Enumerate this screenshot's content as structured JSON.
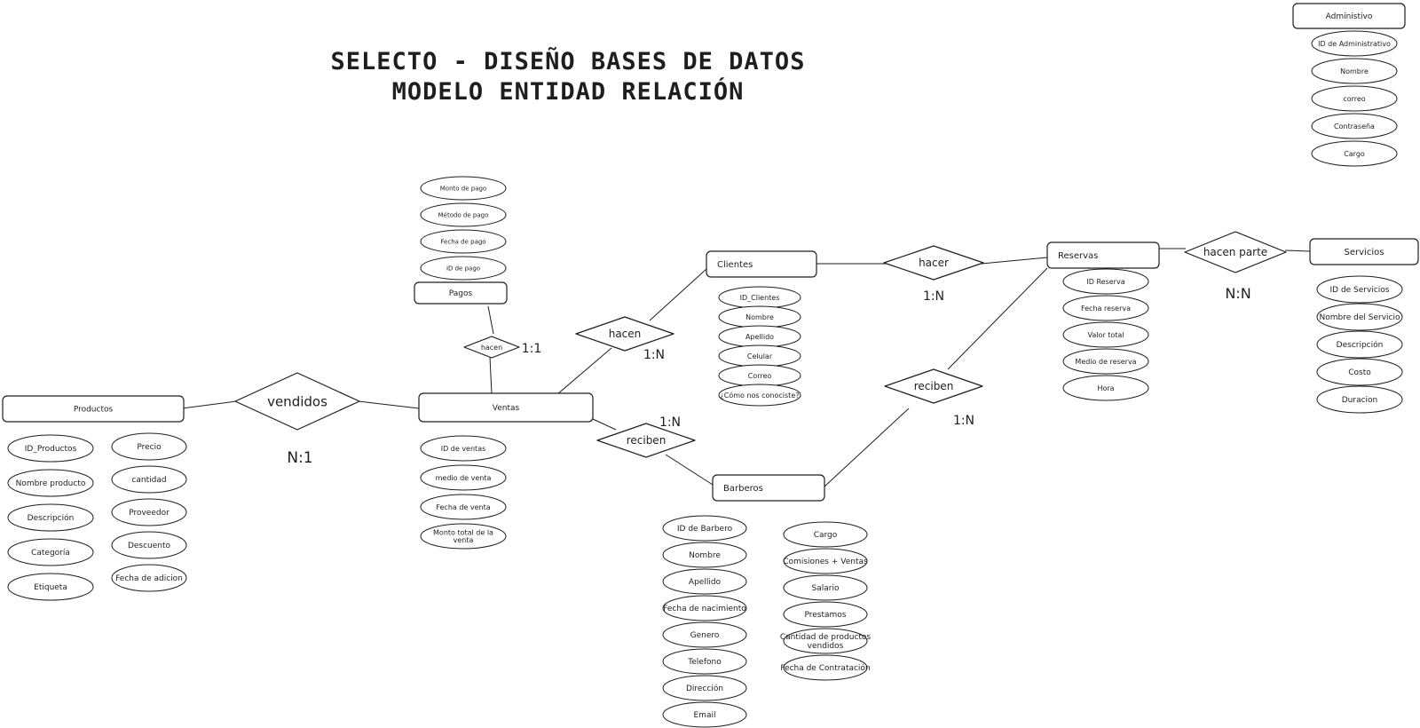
{
  "title": {
    "line1": "SELECTO - DISEÑO BASES DE DATOS",
    "line2": "MODELO ENTIDAD RELACIÓN"
  },
  "colors": {
    "stroke": "#1e1e1e",
    "fill": "#ffffff",
    "text": "#1e1e1e"
  },
  "entities": {
    "administrativo": "Administivo",
    "pagos": "Pagos",
    "productos": "Productos",
    "ventas": "Ventas",
    "clientes": "Clientes",
    "barberos": "Barberos",
    "reservas": "Reservas",
    "servicios": "Servicios"
  },
  "relations": {
    "vendidos": "vendidos",
    "hacen_pagos": "hacen",
    "hacen_clientes": "hacen",
    "reciben_ventas": "reciben",
    "hacer": "hacer",
    "reciben_reservas": "reciben",
    "hacen_parte": "hacen parte"
  },
  "cardinalities": {
    "vendidos": "N:1",
    "pagos": "1:1",
    "clientes_ventas": "1:N",
    "barberos_ventas": "1:N",
    "hacer": "1:N",
    "barberos_reservas": "1:N",
    "hacen_parte": "N:N"
  },
  "attributes": {
    "administrativo": [
      "ID de Administrativo",
      "Nombre",
      "correo",
      "Contraseña",
      "Cargo"
    ],
    "pagos": [
      "Monto de pago",
      "Método de pago",
      "Fecha de pago",
      "ID de pago"
    ],
    "productos_col1": [
      "ID_Productos",
      "Nombre producto",
      "Descripción",
      "Categoría",
      "Etiqueta"
    ],
    "productos_col2": [
      "Precio",
      "cantidad",
      "Proveedor",
      "Descuento",
      "Fecha de adicion"
    ],
    "ventas": [
      "ID de ventas",
      "medio de venta",
      "Fecha de venta",
      "Monto total de la venta"
    ],
    "clientes": [
      "ID_Clientes",
      "Nombre",
      "Apellido",
      "Celular",
      "Correo",
      "¿Cómo nos conociste?"
    ],
    "barberos_col1": [
      "ID de Barbero",
      "Nombre",
      "Apellido",
      "Fecha de nacimiento",
      "Genero",
      "Telefono",
      "Dirección",
      "Email"
    ],
    "barberos_col2": [
      "Cargo",
      "Comisiones + Ventas",
      "Salario",
      "Prestamos",
      "Cantidad de productos vendidos",
      "Fecha de Contratación"
    ],
    "reservas": [
      "ID Reserva",
      "Fecha reserva",
      "Valor total",
      "Medio de reserva",
      "Hora"
    ],
    "servicios": [
      "ID de Servicios",
      "Nombre del Servicio",
      "Descripción",
      "Costo",
      "Duracion"
    ]
  }
}
